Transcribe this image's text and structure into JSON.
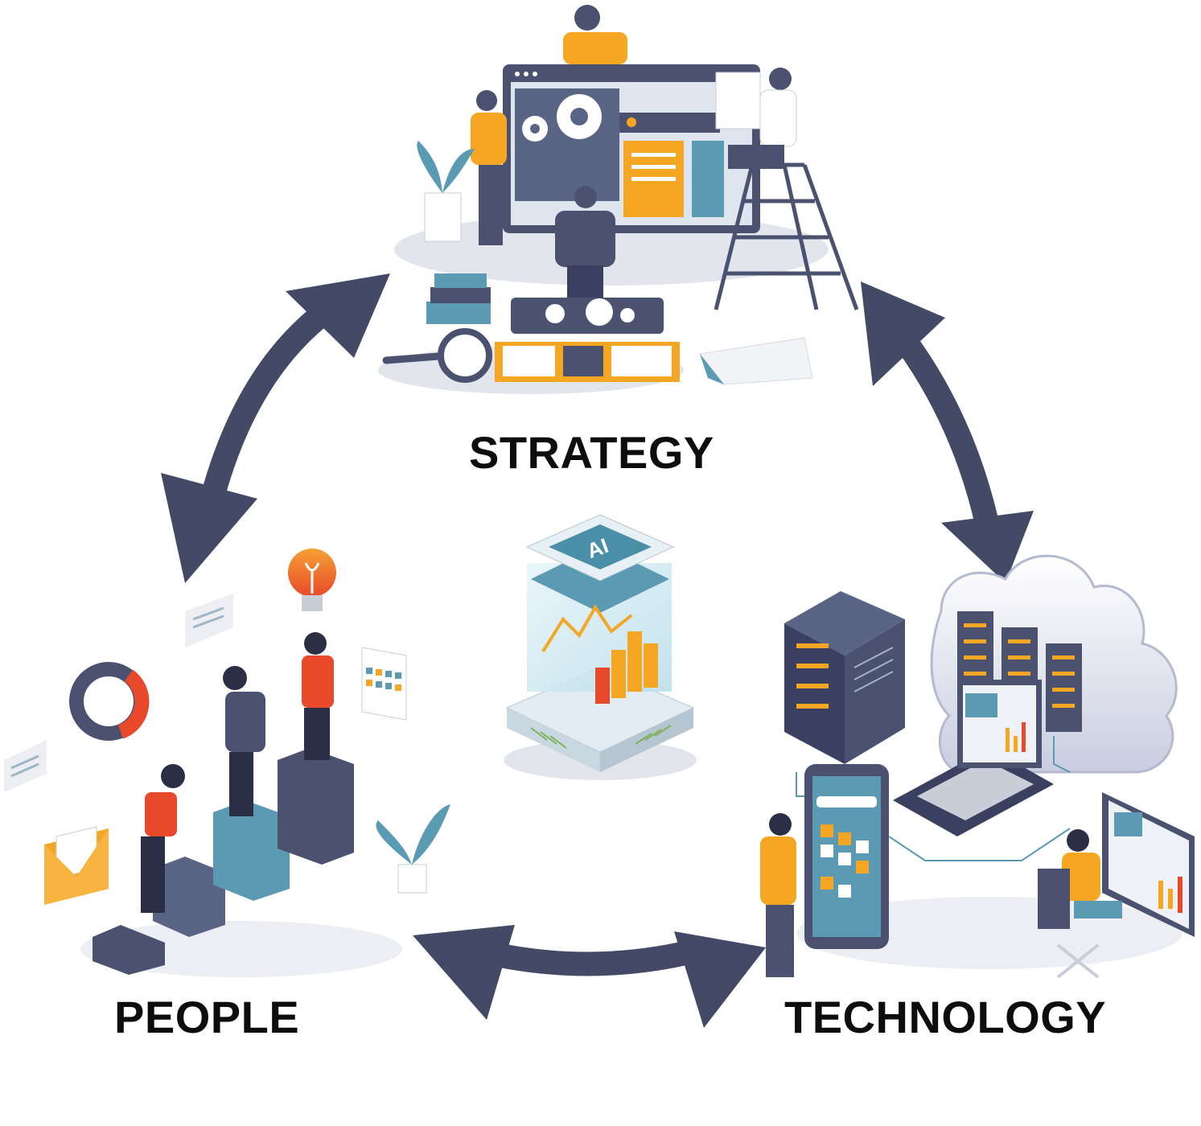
{
  "diagram": {
    "nodes": {
      "strategy": {
        "label": "STRATEGY"
      },
      "people": {
        "label": "PEOPLE"
      },
      "technology": {
        "label": "TECHNOLOGY"
      }
    },
    "center": {
      "badge_text": "AI",
      "icon": "ai-chip-icon"
    },
    "connections": [
      {
        "from": "strategy",
        "to": "people",
        "direction": "both"
      },
      {
        "from": "strategy",
        "to": "technology",
        "direction": "both"
      },
      {
        "from": "people",
        "to": "technology",
        "direction": "both"
      }
    ],
    "colors": {
      "arrow": "#424a66",
      "accent_orange": "#f5a623",
      "accent_red": "#e8492a",
      "slate": "#4a5270",
      "teal": "#5a9bb3",
      "label": "#0d0d0d"
    }
  }
}
